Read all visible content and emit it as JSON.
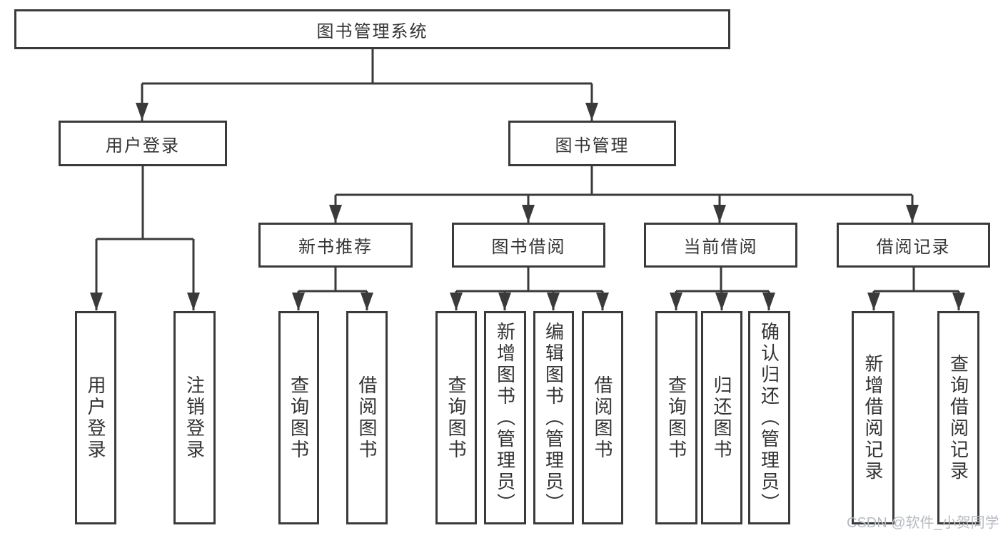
{
  "diagram": {
    "title_node": {
      "label": "图书管理系统"
    },
    "level2": [
      {
        "label": "用户登录"
      },
      {
        "label": "图书管理"
      }
    ],
    "level3": [
      {
        "label": "新书推荐"
      },
      {
        "label": "图书借阅"
      },
      {
        "label": "当前借阅"
      },
      {
        "label": "借阅记录"
      }
    ],
    "leaves": {
      "user_login": [
        {
          "label": "用户登录"
        },
        {
          "label": "注销登录"
        }
      ],
      "new_book": [
        {
          "label": "查询图书"
        },
        {
          "label": "借阅图书"
        }
      ],
      "book_borrow": [
        {
          "label": "查询图书"
        },
        {
          "label": "新增图书（管理员）"
        },
        {
          "label": "编辑图书（管理员）"
        },
        {
          "label": "借阅图书"
        }
      ],
      "current_borrow": [
        {
          "label": "查询图书"
        },
        {
          "label": "归还图书"
        },
        {
          "label": "确认归还（管理员）"
        }
      ],
      "borrow_records": [
        {
          "label": "新增借阅记录"
        },
        {
          "label": "查询借阅记录"
        }
      ]
    },
    "colors": {
      "line": "#3a3a3a",
      "text": "#333333",
      "watermark": "#b7bbc2",
      "bg": "#ffffff"
    }
  },
  "watermark": {
    "text": "CSDN @软件_小贺同学"
  }
}
